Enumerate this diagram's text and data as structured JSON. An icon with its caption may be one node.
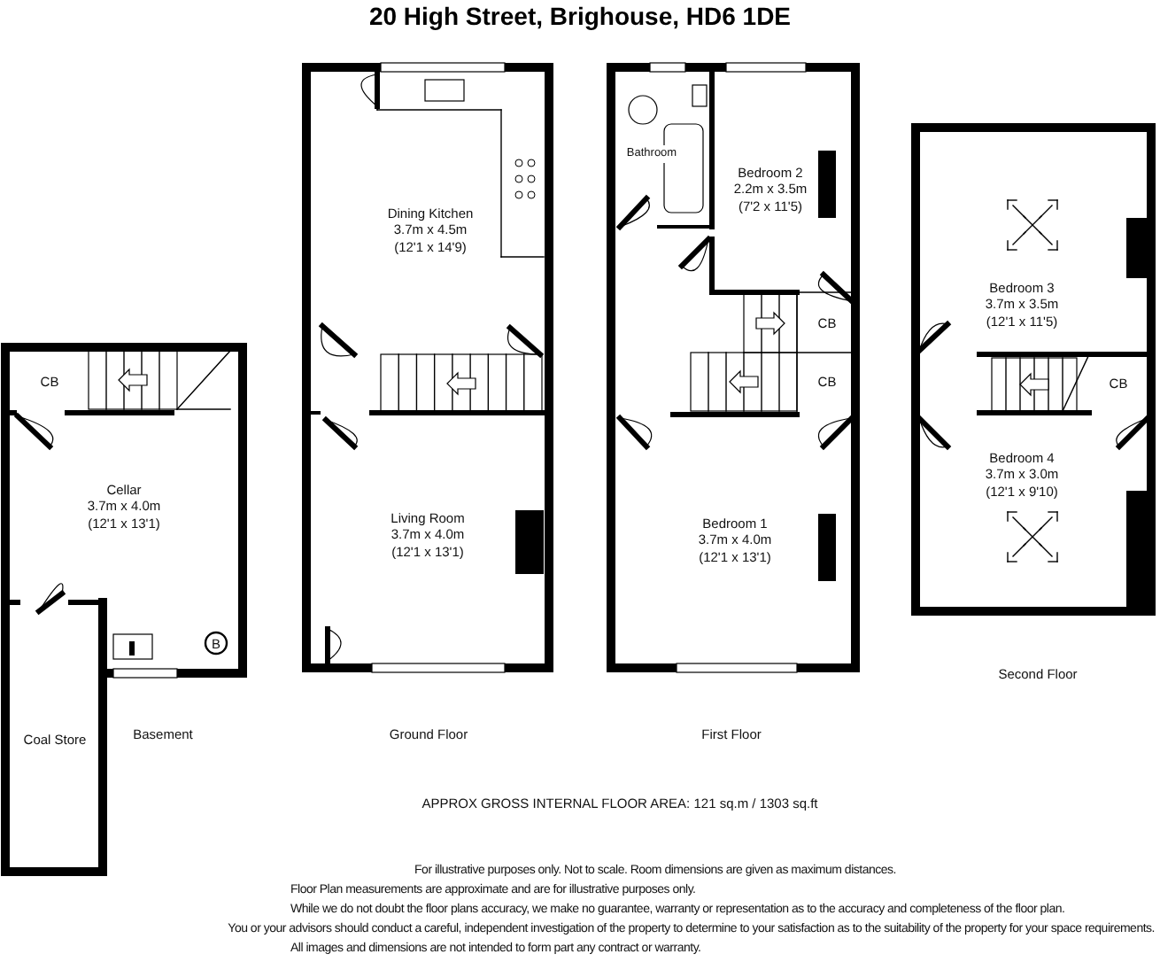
{
  "diagram": {
    "title": "20 High Street, Brighouse, HD6 1DE",
    "nodes": [
      {
        "text": [
          "CB"
        ]
      },
      {
        "text": [
          "Cellar",
          "3.7m x 4.0m",
          "(12'1 x 13'1)"
        ]
      },
      {
        "text": [
          "Coal Store"
        ]
      },
      {
        "text": [
          "Dining Kitchen",
          "3.7m x 4.5m",
          "(12'1 x 14'9)"
        ]
      },
      {
        "text": [
          "Living Room",
          "3.7m x 4.0m",
          "(12'1 x 13'1)"
        ]
      },
      {
        "text": [
          "Bathroom"
        ]
      },
      {
        "text": [
          "Bedroom 2",
          "2.2m x 3.5m",
          "(7'2 x 11'5)"
        ]
      },
      {
        "text": [
          "CB"
        ]
      },
      {
        "text": [
          "CB"
        ]
      },
      {
        "text": [
          "Bedroom 1",
          "3.7m x 4.0m",
          "(12'1 x 13'1)"
        ]
      },
      {
        "text": [
          "Bedroom 3",
          "3.7m x 3.5m",
          "(12'1 x 11'5)"
        ]
      },
      {
        "text": [
          "CB"
        ]
      },
      {
        "text": [
          "Bedroom 4",
          "3.7m x 3.0m",
          "(12'1 x 9'10)"
        ]
      }
    ],
    "labels": [
      "B",
      "Basement",
      "Ground Floor",
      "First Floor",
      "Second Floor",
      "APPROX GROSS INTERNAL FLOOR AREA: 121 sq.m / 1303 sq.ft",
      "For illustrative purposes only. Not to scale. Room dimensions are given as maximum distances.",
      "Floor Plan measurements are approximate and are for illustrative purposes only.",
      "While we do not doubt the floor plans accuracy, we make no guarantee, warranty or representation as to the accuracy and completeness of the floor plan.",
      "You or your advisors should conduct a careful, independent investigation of the property to determine to your satisfaction as to the suitability of the property for your space requirements.",
      "All images and dimensions are not intended to form part any contract or warranty."
    ]
  }
}
